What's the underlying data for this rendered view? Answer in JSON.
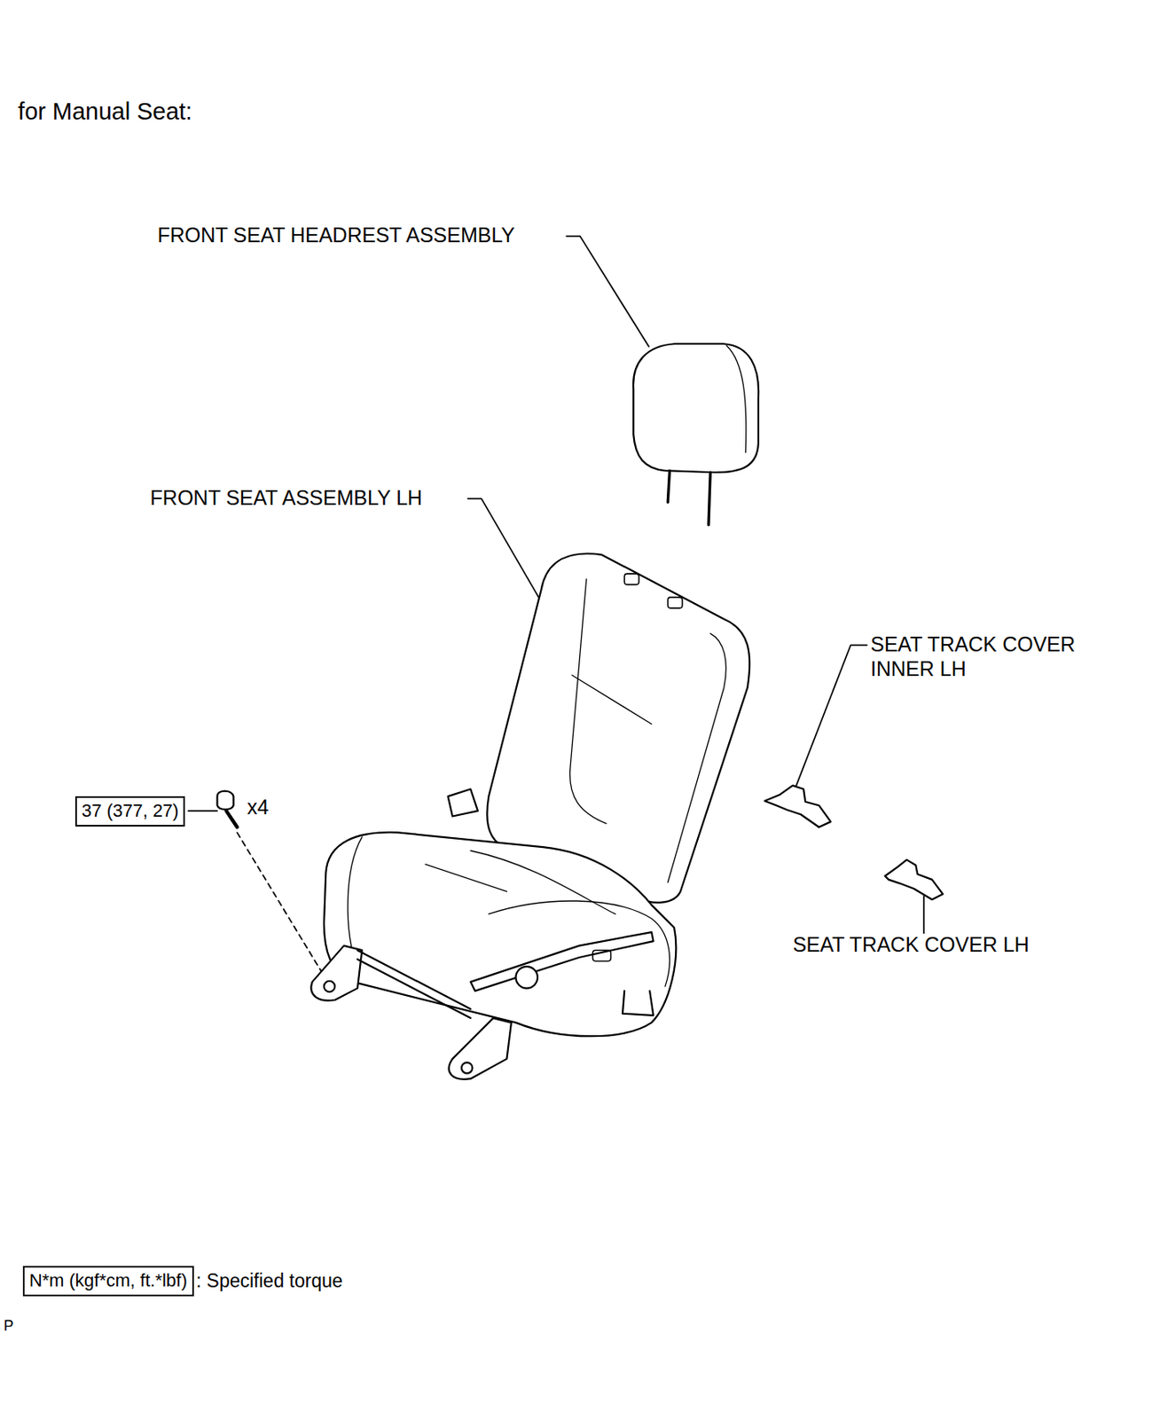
{
  "diagram": {
    "title": "for Manual Seat:",
    "nodes": [
      {
        "text": [
          "37 (377, 27)"
        ]
      },
      {
        "text": [
          "N*m (kgf*cm, ft.*lbf)"
        ]
      }
    ],
    "labels": [
      "FRONT SEAT HEADREST ASSEMBLY",
      "FRONT SEAT ASSEMBLY LH",
      "SEAT TRACK COVER INNER LH",
      "SEAT TRACK COVER LH",
      "x4",
      ": Specified torque",
      "P"
    ]
  }
}
